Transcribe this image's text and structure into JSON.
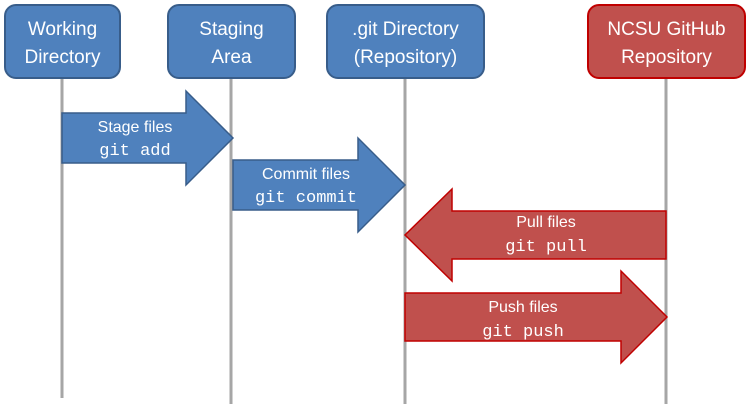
{
  "colors": {
    "blue_fill": "#4f81bd",
    "blue_stroke": "#385d8a",
    "red_fill": "#c0504d",
    "red_stroke": "#c00000",
    "lifeline": "#a6a6a6",
    "text": "#ffffff"
  },
  "actors": [
    {
      "line1": "Working",
      "line2": "Directory",
      "theme": "blue"
    },
    {
      "line1": "Staging",
      "line2": "Area",
      "theme": "blue"
    },
    {
      "line1": ".git Directory",
      "line2": "(Repository)",
      "theme": "blue"
    },
    {
      "line1": "NCSU GitHub",
      "line2": "Repository",
      "theme": "red"
    }
  ],
  "arrows": [
    {
      "label": "Stage files",
      "command": "git add",
      "from": 0,
      "to": 1,
      "direction": "right",
      "theme": "blue"
    },
    {
      "label": "Commit files",
      "command": "git commit",
      "from": 1,
      "to": 2,
      "direction": "right",
      "theme": "blue"
    },
    {
      "label": "Pull files",
      "command": "git pull",
      "from": 3,
      "to": 2,
      "direction": "left",
      "theme": "red"
    },
    {
      "label": "Push files",
      "command": "git push",
      "from": 2,
      "to": 3,
      "direction": "right",
      "theme": "red"
    }
  ]
}
